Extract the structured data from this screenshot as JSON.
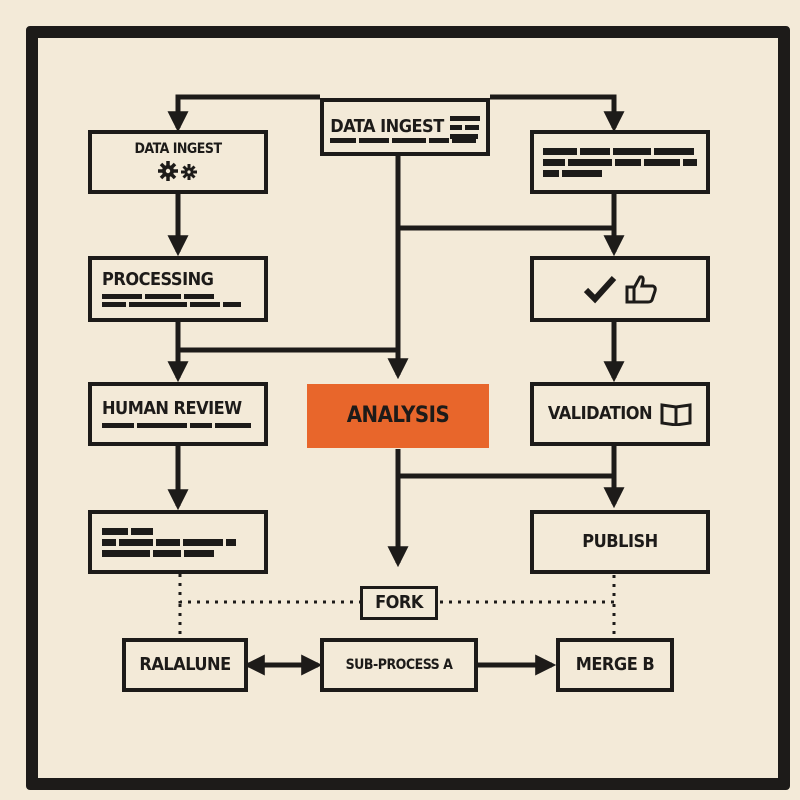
{
  "nodes": {
    "top_ingest": "DATA INGEST",
    "left_ingest": "DATA INGEST",
    "processing": "PROCESSING",
    "human_review": "HUMAN REVIEW",
    "analysis": "ANALYSIS",
    "validation": "VALIDATION",
    "publish": "PUBLISH",
    "fork": "FORK",
    "ralalune": "RALALUNE",
    "sub_process_a": "SUB-PROCESS A",
    "merge_b": "MERGE B"
  },
  "icons": {
    "left_ingest": "gears-icon",
    "approval": [
      "checkmark-icon",
      "thumbs-up-icon"
    ],
    "validation": "open-book-icon"
  },
  "colors": {
    "background": "#f3ead8",
    "ink": "#1d1b19",
    "accent": "#e8662b"
  },
  "edges": [
    [
      "top_ingest",
      "left_ingest"
    ],
    [
      "top_ingest",
      "right_placeholder"
    ],
    [
      "top_ingest",
      "analysis"
    ],
    [
      "left_ingest",
      "processing"
    ],
    [
      "processing",
      "human_review"
    ],
    [
      "processing",
      "analysis"
    ],
    [
      "human_review",
      "placeholder_box"
    ],
    [
      "right_placeholder",
      "approval"
    ],
    [
      "approval",
      "validation"
    ],
    [
      "validation",
      "publish"
    ],
    [
      "analysis",
      "publish"
    ],
    [
      "analysis",
      "fork"
    ],
    [
      "ralalune",
      "sub_process_a"
    ],
    [
      "sub_process_a",
      "ralalune"
    ],
    [
      "sub_process_a",
      "merge_b"
    ]
  ]
}
